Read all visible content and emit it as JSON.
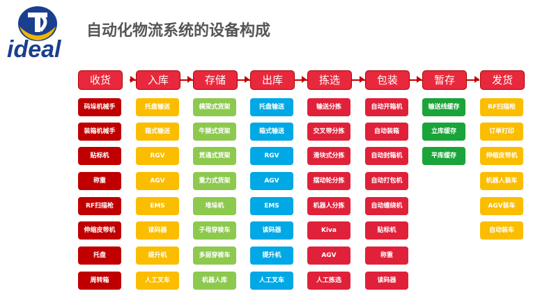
{
  "logo": {
    "text": "ideal"
  },
  "title": "自动化物流系统的设备构成",
  "colors": {
    "red": "#d6132a",
    "yellow": "#fbbd00",
    "green": "#8dc94e",
    "blue": "#00a8e6",
    "crimson": "#e0213a",
    "darkgreen": "#1aa43a"
  },
  "columns": [
    {
      "header": "收货",
      "color": "#c00000",
      "items": [
        "码垛机械手",
        "装箱机械手",
        "贴标机",
        "称重",
        "RF扫描枪",
        "伸缩皮带机",
        "托盘",
        "周转箱"
      ]
    },
    {
      "header": "入库",
      "color": "#fbbd00",
      "items": [
        "托盘输送",
        "箱式输送",
        "RGV",
        "AGV",
        "EMS",
        "读码器",
        "提升机",
        "人工叉车"
      ]
    },
    {
      "header": "存储",
      "color": "#8dc94e",
      "items": [
        "横梁式货架",
        "牛腿式货架",
        "贯通式货架",
        "重力式货架",
        "堆垛机",
        "子母穿梭车",
        "多层穿梭车",
        "机器人库"
      ]
    },
    {
      "header": "出库",
      "color": "#00a8e6",
      "items": [
        "托盘输送",
        "箱式输送",
        "RGV",
        "AGV",
        "EMS",
        "读码器",
        "提升机",
        "人工叉车"
      ]
    },
    {
      "header": "拣选",
      "color": "#e0213a",
      "items": [
        "输送分拣",
        "交叉带分拣",
        "滑块式分拣",
        "摆动轮分拣",
        "机器人分拣",
        "Kiva",
        "AGV",
        "人工拣选"
      ]
    },
    {
      "header": "包装",
      "color": "#e0213a",
      "items": [
        "自动开箱机",
        "自动装箱",
        "自动封箱机",
        "自动打包机",
        "自动缠绕机",
        "贴标机",
        "称重",
        "读码器"
      ]
    },
    {
      "header": "暂存",
      "color": "#1aa43a",
      "items": [
        "输送线缓存",
        "立库缓存",
        "平库缓存"
      ]
    },
    {
      "header": "发货",
      "color": "#fbbd00",
      "items": [
        "RF扫描枪",
        "订单打印",
        "伸缩皮带机",
        "机器人装车",
        "AGV装车",
        "自动装车"
      ]
    }
  ]
}
